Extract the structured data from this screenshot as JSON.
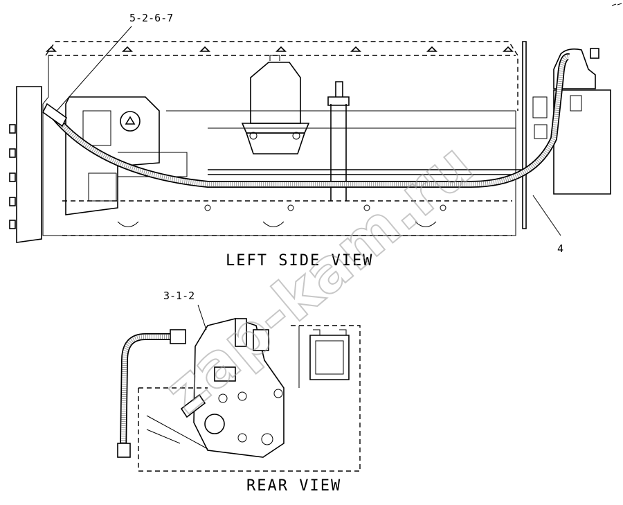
{
  "labels": {
    "callout_top": "5-2-6-7",
    "callout_right": "4",
    "callout_rear": "3-1-2"
  },
  "views": {
    "left_side": "LEFT SIDE VIEW",
    "rear": "REAR VIEW"
  },
  "watermark": "zap-kam.ru",
  "colors": {
    "line": "#000000",
    "background": "#ffffff",
    "watermark": "#9a9a9a"
  }
}
